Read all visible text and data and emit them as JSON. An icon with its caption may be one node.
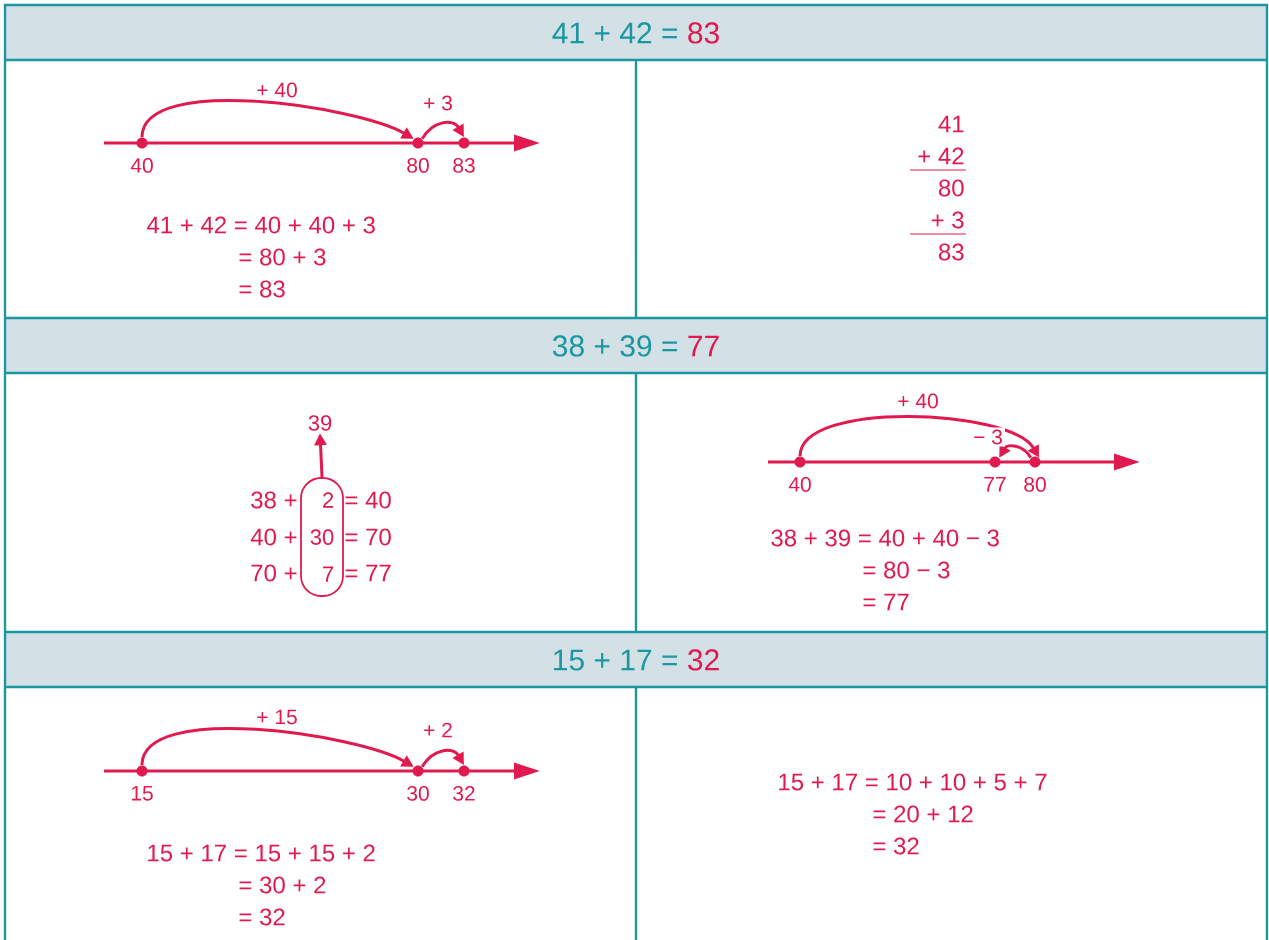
{
  "diagram": {
    "nodes": [
      {
        "text": [
          "41 + 42 =",
          "83"
        ]
      },
      {
        "text": [
          "40"
        ]
      },
      {
        "text": [
          "80"
        ]
      },
      {
        "text": [
          "83"
        ]
      },
      {
        "text": [
          "38 + 39 =",
          "77"
        ]
      },
      {
        "text": [
          "2",
          "30",
          "7"
        ]
      },
      {
        "text": [
          "39"
        ]
      },
      {
        "text": [
          "40"
        ]
      },
      {
        "text": [
          "77"
        ]
      },
      {
        "text": [
          "80"
        ]
      },
      {
        "text": [
          "15 + 17 =",
          "32"
        ]
      },
      {
        "text": [
          "15"
        ]
      },
      {
        "text": [
          "30"
        ]
      },
      {
        "text": [
          "32"
        ]
      }
    ],
    "edges": [
      {
        "from": 1,
        "to": 2,
        "arrow": "to",
        "label": "+ 40"
      },
      {
        "from": 2,
        "to": 3,
        "arrow": "to",
        "label": "+ 3"
      },
      {
        "from": 5,
        "to": 6,
        "arrow": "to"
      },
      {
        "from": 7,
        "to": 9,
        "arrow": "to",
        "label": "+ 40"
      },
      {
        "from": 9,
        "to": 8,
        "arrow": "to",
        "label": "− 3"
      },
      {
        "from": 11,
        "to": 12,
        "arrow": "to",
        "label": "+ 15"
      },
      {
        "from": 12,
        "to": 13,
        "arrow": "to",
        "label": "+ 2"
      }
    ],
    "labels": [
      "41 + 42 = 40 + 40 + 3",
      "= 80 + 3",
      "= 83",
      "41",
      "+ 42",
      "80",
      "+ 3",
      "83",
      "38 +",
      "= 40",
      "40 +",
      "= 70",
      "70 +",
      "= 77",
      "38 + 39 = 40 + 40 − 3",
      "= 80 − 3",
      "= 77",
      "15 + 17 = 15 + 15 + 2",
      "= 30 + 2",
      "= 32",
      "15 + 17 = 10 + 10 + 5 + 7",
      "= 20 + 12",
      "= 32"
    ]
  }
}
